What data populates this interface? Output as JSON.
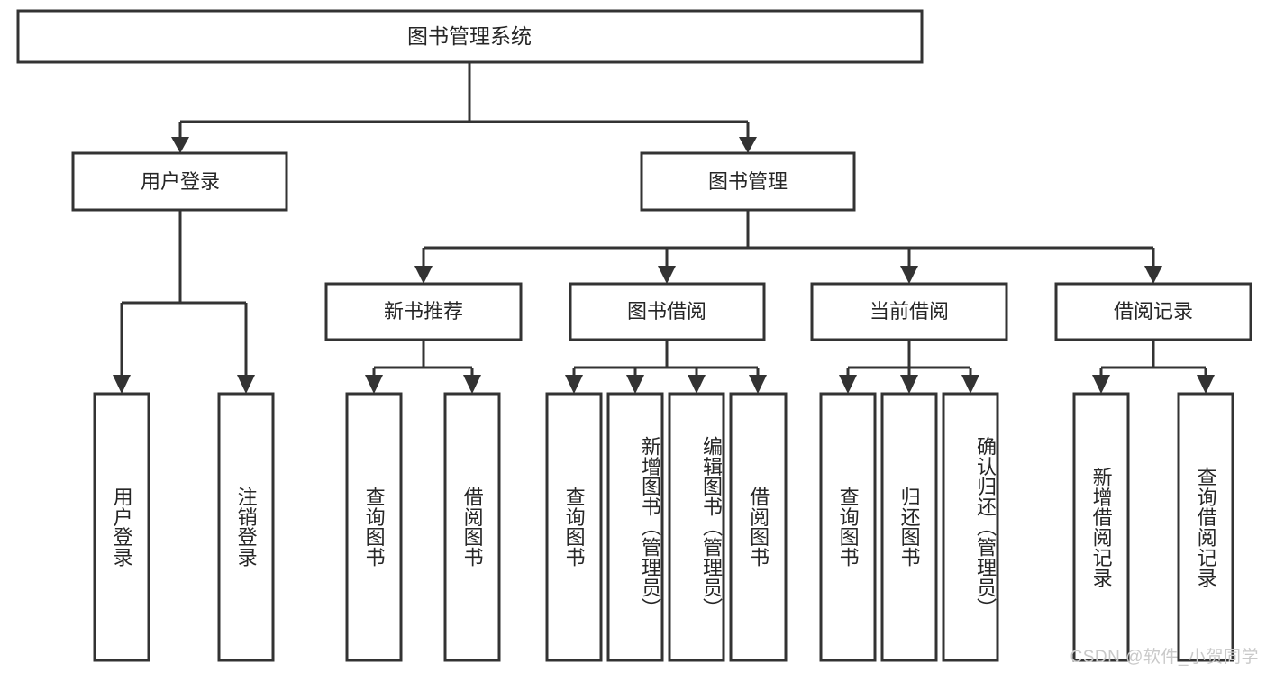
{
  "diagram": {
    "type": "tree",
    "orientation": "top-down",
    "title_node": "图书管理系统",
    "watermark": "CSDN @软件_小贺同学",
    "colors": {
      "box_stroke": "#333333",
      "box_fill": "#ffffff",
      "text": "#262626",
      "connector": "#333333",
      "watermark": "#c9c9c9",
      "background": "#ffffff"
    },
    "nodes": {
      "root": {
        "label": "图书管理系统"
      },
      "level2": [
        {
          "label": "用户登录"
        },
        {
          "label": "图书管理"
        }
      ],
      "level3": [
        {
          "label": "新书推荐"
        },
        {
          "label": "图书借阅"
        },
        {
          "label": "当前借阅"
        },
        {
          "label": "借阅记录"
        }
      ],
      "leaves": {
        "user_login": [
          {
            "label": "用户登录"
          },
          {
            "label": "注销登录"
          }
        ],
        "new_book_recommend": [
          {
            "label": "查询图书"
          },
          {
            "label": "借阅图书"
          }
        ],
        "book_borrow": [
          {
            "label": "查询图书"
          },
          {
            "label": "新增图书（管理员）"
          },
          {
            "label": "编辑图书（管理员）"
          },
          {
            "label": "借阅图书"
          }
        ],
        "current_borrow": [
          {
            "label": "查询图书"
          },
          {
            "label": "归还图书"
          },
          {
            "label": "确认归还（管理员）"
          }
        ],
        "borrow_record": [
          {
            "label": "新增借阅记录"
          },
          {
            "label": "查询借阅记录"
          }
        ]
      }
    }
  }
}
